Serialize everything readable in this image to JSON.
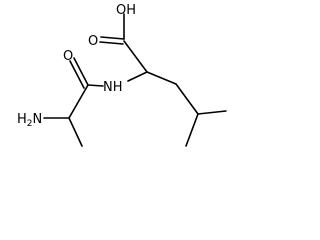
{
  "labels": {
    "hydroxyl": "OH",
    "carbonyl_oxygen_acid": "O",
    "carbonyl_oxygen_amide": "O",
    "amide_nitrogen": "NH",
    "amine_symbol": "H",
    "amine_subscript": "2",
    "amine_nitrogen": "N"
  },
  "colors": {
    "bond": "#000000",
    "text": "#000000",
    "background": "#ffffff"
  }
}
